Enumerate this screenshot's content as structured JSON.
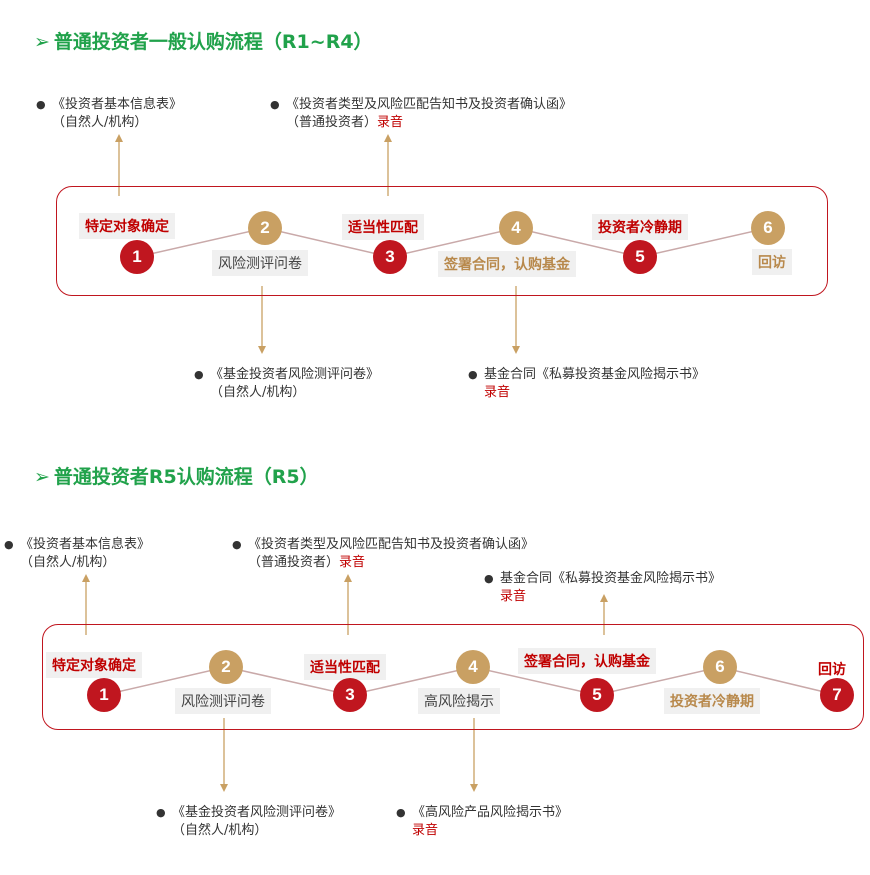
{
  "flow1": {
    "title": "普通投资者一般认购流程（R1~R4）",
    "steps": [
      "1",
      "2",
      "3",
      "4",
      "5",
      "6"
    ],
    "labels": [
      "特定对象确定",
      "风险测评问卷",
      "适当性匹配",
      "签署合同，认购基金",
      "投资者冷静期",
      "回访"
    ],
    "docs": {
      "d1_l1": "《投资者基本信息表》",
      "d1_l2": "（自然人/机构）",
      "d2_l1": "《投资者类型及风险匹配告知书及投资者确认函》",
      "d2_l2": "（普通投资者）",
      "d2_red": "录音",
      "d3_l1": "《基金投资者风险测评问卷》",
      "d3_l2": "（自然人/机构）",
      "d4_l1": "基金合同《私募投资基金风险揭示书》",
      "d4_red": "录音"
    }
  },
  "flow2": {
    "title": "普通投资者R5认购流程（R5）",
    "steps": [
      "1",
      "2",
      "3",
      "4",
      "5",
      "6",
      "7"
    ],
    "labels": [
      "特定对象确定",
      "风险测评问卷",
      "适当性匹配",
      "高风险揭示",
      "签署合同，认购基金",
      "投资者冷静期",
      "回访"
    ],
    "docs": {
      "d1_l1": "《投资者基本信息表》",
      "d1_l2": "（自然人/机构）",
      "d2_l1": "《投资者类型及风险匹配告知书及投资者确认函》",
      "d2_l2": "（普通投资者）",
      "d2_red": "录音",
      "d3_l1": "基金合同《私募投资基金风险揭示书》",
      "d3_red": "录音",
      "d4_l1": "《基金投资者风险测评问卷》",
      "d4_l2": "（自然人/机构）",
      "d5_l1": "《高风险产品风险揭示书》",
      "d5_red": "录音"
    }
  },
  "colors": {
    "title_green": "#21a24b",
    "accent_red": "#c0161f",
    "gold": "#c9a063",
    "frame": "#c0161f"
  },
  "icons": {
    "title_marker": "arrow-right-icon",
    "bullet": "bullet-dot-icon"
  }
}
